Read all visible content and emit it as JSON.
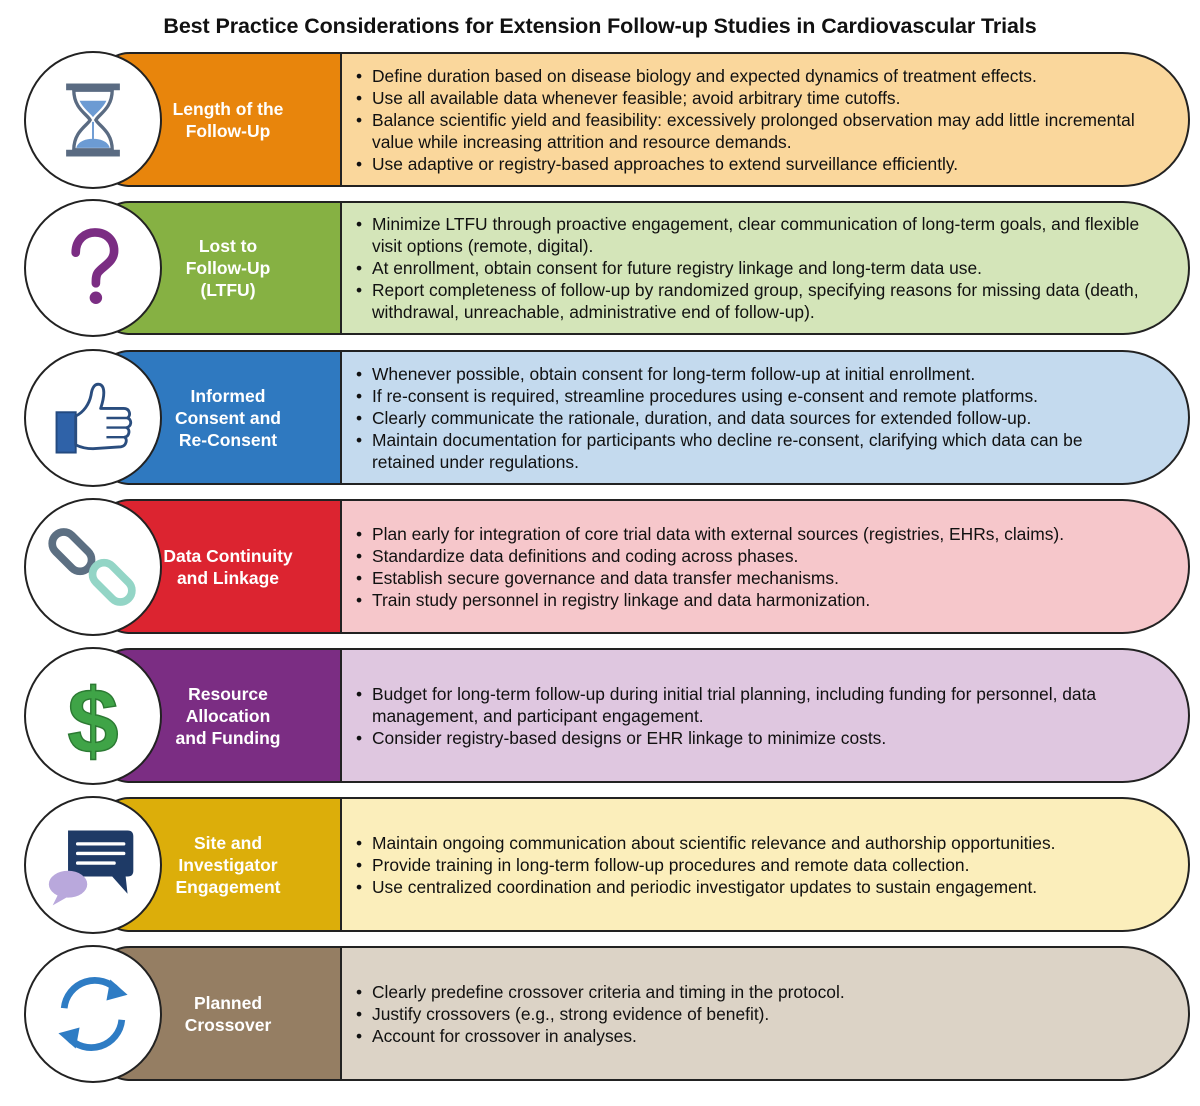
{
  "title": "Best Practice Considerations for Extension Follow-up Studies in Cardiovascular Trials",
  "rows": [
    {
      "label": "Length of the\nFollow-Up",
      "icon": "hourglass-icon",
      "colors": {
        "category": "#e8850c",
        "panel": "#fad79c"
      },
      "bullets": [
        "Define duration based on disease biology and expected dynamics of treatment effects.",
        "Use all available data whenever feasible; avoid arbitrary time cutoffs.",
        "Balance scientific yield and feasibility: excessively prolonged observation may add little incremental value while increasing attrition and resource demands.",
        "Use adaptive or registry-based approaches to extend surveillance efficiently."
      ]
    },
    {
      "label": "Lost to\nFollow-Up\n(LTFU)",
      "icon": "question-mark-icon",
      "colors": {
        "category": "#86b143",
        "panel": "#d4e5b9"
      },
      "bullets": [
        "Minimize LTFU through proactive engagement, clear communication of long-term goals, and flexible visit options (remote, digital).",
        "At enrollment, obtain consent for future registry linkage and long-term data use.",
        "Report completeness of follow-up by randomized group, specifying reasons for missing data (death, withdrawal, unreachable, administrative end of follow-up)."
      ]
    },
    {
      "label": "Informed\nConsent and\nRe-Consent",
      "icon": "thumbs-up-icon",
      "colors": {
        "category": "#2f79c0",
        "panel": "#c4daee"
      },
      "bullets": [
        "Whenever possible, obtain consent for long-term follow-up at initial enrollment.",
        "If re-consent is required, streamline procedures using e-consent and remote platforms.",
        "Clearly communicate the rationale, duration, and data sources for extended follow-up.",
        "Maintain documentation for participants who decline re-consent, clarifying which data can be retained under regulations."
      ]
    },
    {
      "label": "Data Continuity\nand Linkage",
      "icon": "chain-link-icon",
      "colors": {
        "category": "#dc2430",
        "panel": "#f6c7cb"
      },
      "bullets": [
        "Plan early for integration of core trial data with external sources (registries, EHRs, claims).",
        "Standardize data definitions and coding across phases.",
        "Establish secure governance and data transfer mechanisms.",
        "Train study personnel in registry linkage and data harmonization."
      ]
    },
    {
      "label": "Resource\nAllocation\nand Funding",
      "icon": "dollar-sign-icon",
      "colors": {
        "category": "#7b2d83",
        "panel": "#dfc7e0"
      },
      "bullets": [
        "Budget for long-term follow-up during initial trial planning, including funding for personnel, data management, and participant engagement.",
        "Consider registry-based designs or EHR linkage to minimize costs."
      ]
    },
    {
      "label": "Site and\nInvestigator\nEngagement",
      "icon": "chat-bubbles-icon",
      "colors": {
        "category": "#dcae0a",
        "panel": "#fbeebb"
      },
      "bullets": [
        "Maintain ongoing communication about scientific relevance and authorship opportunities.",
        "Provide training in long-term follow-up procedures and remote data collection.",
        "Use centralized coordination and periodic investigator updates to sustain engagement."
      ]
    },
    {
      "label": "Planned\nCrossover",
      "icon": "circular-arrows-icon",
      "colors": {
        "category": "#957e63",
        "panel": "#dcd3c6"
      },
      "bullets": [
        "Clearly predefine crossover criteria and timing in the protocol.",
        "Justify crossovers (e.g., strong evidence of benefit).",
        "Account for crossover in analyses."
      ]
    }
  ]
}
